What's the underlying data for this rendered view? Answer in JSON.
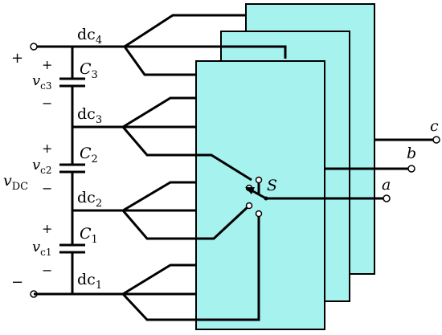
{
  "colors": {
    "panel_fill": "#a6f2ef",
    "line": "#000000",
    "background": "#ffffff"
  },
  "rails": [
    {
      "base": "dc",
      "sub": "4"
    },
    {
      "base": "dc",
      "sub": "3"
    },
    {
      "base": "dc",
      "sub": "2"
    },
    {
      "base": "dc",
      "sub": "1"
    }
  ],
  "capacitors": [
    {
      "base": "C",
      "sub": "3"
    },
    {
      "base": "C",
      "sub": "2"
    },
    {
      "base": "C",
      "sub": "1"
    }
  ],
  "cap_voltages": [
    {
      "base": "v",
      "sub": "c3"
    },
    {
      "base": "v",
      "sub": "c2"
    },
    {
      "base": "v",
      "sub": "c1"
    }
  ],
  "signs": {
    "plus": "+",
    "minus": "−"
  },
  "dc_voltage": {
    "base": "v",
    "sub": "DC"
  },
  "switch_label": "S",
  "outputs": [
    "c",
    "b",
    "a"
  ]
}
